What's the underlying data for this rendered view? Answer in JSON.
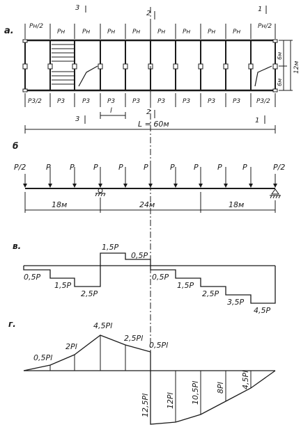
{
  "panels": {
    "a": {
      "label": "а.",
      "top_loads": [
        "Pн/2",
        "Pн",
        "Pн",
        "Pн",
        "Pн",
        "Pн",
        "Pн",
        "Pн",
        "Pн",
        "Pн/2"
      ],
      "bottom_loads": [
        "P3/2",
        "P3",
        "P3",
        "P3",
        "P3",
        "P3",
        "P3",
        "P3",
        "P3",
        "P3/2"
      ],
      "section_marks": [
        "3",
        "2",
        "1"
      ],
      "panel_length": "l",
      "span_label": "L = 60м",
      "height_dims": [
        "6м",
        "6м",
        "12м"
      ]
    },
    "b": {
      "label": "б",
      "loads": [
        "P/2",
        "P",
        "P",
        "P",
        "P",
        "P",
        "P",
        "P",
        "P",
        "P",
        "P/2"
      ],
      "dims": [
        "18м",
        "24м",
        "18м"
      ]
    },
    "c": {
      "label": "в.",
      "shear_labels": [
        "0,5P",
        "1,5P",
        "2,5P",
        "1,5P",
        "0,5P",
        "0,5P",
        "1,5P",
        "2,5P",
        "3,5P",
        "4,5P"
      ]
    },
    "d": {
      "label": "г.",
      "moment_labels": [
        "0,5Pl",
        "2Pl",
        "4,5Pl",
        "2,5Pl",
        "0,5Pl",
        "12,5Pl",
        "12Pl",
        "10,5Pl",
        "8Pl",
        "4,5Pl"
      ]
    }
  }
}
